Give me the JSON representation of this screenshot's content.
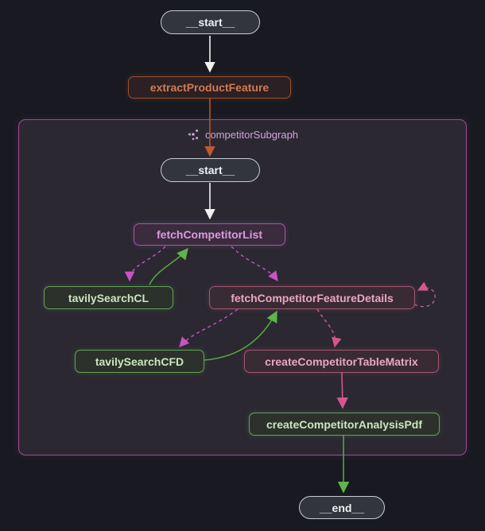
{
  "diagram": {
    "type": "workflow-graph",
    "subgraph": {
      "label": "competitorSubgraph",
      "icon": "subgraph-cluster-icon"
    },
    "nodes": {
      "start_outer": {
        "label": "__start__"
      },
      "extract_product_feature": {
        "label": "extractProductFeature"
      },
      "start_inner": {
        "label": "__start__"
      },
      "fetch_competitor_list": {
        "label": "fetchCompetitorList"
      },
      "tavily_search_cl": {
        "label": "tavilySearchCL"
      },
      "fetch_competitor_feature_details": {
        "label": "fetchCompetitorFeatureDetails"
      },
      "tavily_search_cfd": {
        "label": "tavilySearchCFD"
      },
      "create_competitor_table_matrix": {
        "label": "createCompetitorTableMatrix"
      },
      "create_competitor_analysis_pdf": {
        "label": "createCompetitorAnalysisPdf"
      },
      "end": {
        "label": "__end__"
      }
    },
    "edges": [
      {
        "from": "__start__",
        "to": "extractProductFeature",
        "style": "solid",
        "color": "white"
      },
      {
        "from": "extractProductFeature",
        "to": "competitorSubgraph.__start__",
        "style": "solid",
        "color": "orange"
      },
      {
        "from": "competitorSubgraph.__start__",
        "to": "fetchCompetitorList",
        "style": "solid",
        "color": "white"
      },
      {
        "from": "fetchCompetitorList",
        "to": "tavilySearchCL",
        "style": "dashed",
        "color": "magenta"
      },
      {
        "from": "tavilySearchCL",
        "to": "fetchCompetitorList",
        "style": "solid",
        "color": "green"
      },
      {
        "from": "fetchCompetitorList",
        "to": "fetchCompetitorFeatureDetails",
        "style": "dashed",
        "color": "magenta"
      },
      {
        "from": "fetchCompetitorFeatureDetails",
        "to": "fetchCompetitorFeatureDetails",
        "style": "dashed",
        "color": "rose"
      },
      {
        "from": "fetchCompetitorFeatureDetails",
        "to": "tavilySearchCFD",
        "style": "dashed",
        "color": "magenta"
      },
      {
        "from": "tavilySearchCFD",
        "to": "fetchCompetitorFeatureDetails",
        "style": "solid",
        "color": "green"
      },
      {
        "from": "fetchCompetitorFeatureDetails",
        "to": "createCompetitorTableMatrix",
        "style": "dashed",
        "color": "rose"
      },
      {
        "from": "createCompetitorTableMatrix",
        "to": "createCompetitorAnalysisPdf",
        "style": "solid",
        "color": "pink"
      },
      {
        "from": "createCompetitorAnalysisPdf",
        "to": "__end__",
        "style": "solid",
        "color": "green"
      }
    ],
    "colors": {
      "background": "#191a21",
      "subgraph_background": "#2b2832",
      "subgraph_border": "#9b4d8f",
      "pill_border": "#c7ccd6",
      "orange_accent": "#9e4f2e",
      "purple_accent": "#a457a8",
      "rose_accent": "#a3566f",
      "green_accent": "#62a355",
      "edge_white": "#f2f2f2",
      "edge_orange": "#b5542c",
      "edge_magenta": "#c653c6",
      "edge_green": "#58a343",
      "edge_rose": "#cc5e91",
      "edge_pink": "#d4568c"
    }
  }
}
